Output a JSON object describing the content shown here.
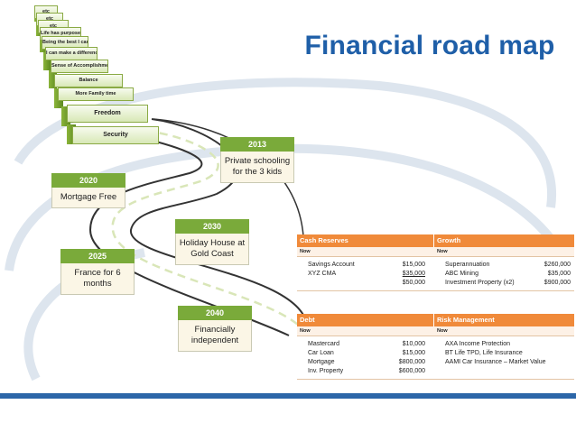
{
  "title": "Financial road map",
  "steps": [
    "etc",
    "etc",
    "etc",
    "Life has purpose",
    "Being the best I can",
    "I can make a difference",
    "Sense of Accomplishment",
    "Balance",
    "More Family time",
    "Freedom",
    "Security"
  ],
  "milestones": {
    "m2013": {
      "year": "2013",
      "text": "Private schooling for the 3 kids"
    },
    "m2020": {
      "year": "2020",
      "text": "Mortgage Free"
    },
    "m2030": {
      "year": "2030",
      "text": "Holiday House at Gold Coast"
    },
    "m2025": {
      "year": "2025",
      "text": "France for 6 months"
    },
    "m2040": {
      "year": "2040",
      "text": "Financially independent"
    }
  },
  "tables": {
    "top": {
      "left_header": "Cash Reserves",
      "right_header": "Growth",
      "left_sub": "Now",
      "right_sub": "Now",
      "left_rows": [
        {
          "label": "Savings Account",
          "value": "$15,000"
        },
        {
          "label": "XYZ CMA",
          "value": "$35,000"
        },
        {
          "label": "",
          "value": "$50,000"
        }
      ],
      "right_rows": [
        {
          "label": "Superannuation",
          "value": "$260,000"
        },
        {
          "label": "ABC Mining",
          "value": "$35,000"
        },
        {
          "label": "Investment Property (x2)",
          "value": "$900,000"
        }
      ]
    },
    "bottom": {
      "left_header": "Debt",
      "right_header": "Risk Management",
      "left_sub": "Now",
      "right_sub": "Now",
      "left_rows": [
        {
          "label": "Mastercard",
          "value": "$10,000"
        },
        {
          "label": "Car Loan",
          "value": "$15,000"
        },
        {
          "label": "Mortgage",
          "value": "$800,000"
        },
        {
          "label": "Inv. Property",
          "value": "$600,000"
        }
      ],
      "right_rows": [
        {
          "label": "AXA Income Protection"
        },
        {
          "label": "BT Life TPD, Life Insurance"
        },
        {
          "label": "AAMI Car Insurance – Market Value"
        }
      ]
    }
  }
}
